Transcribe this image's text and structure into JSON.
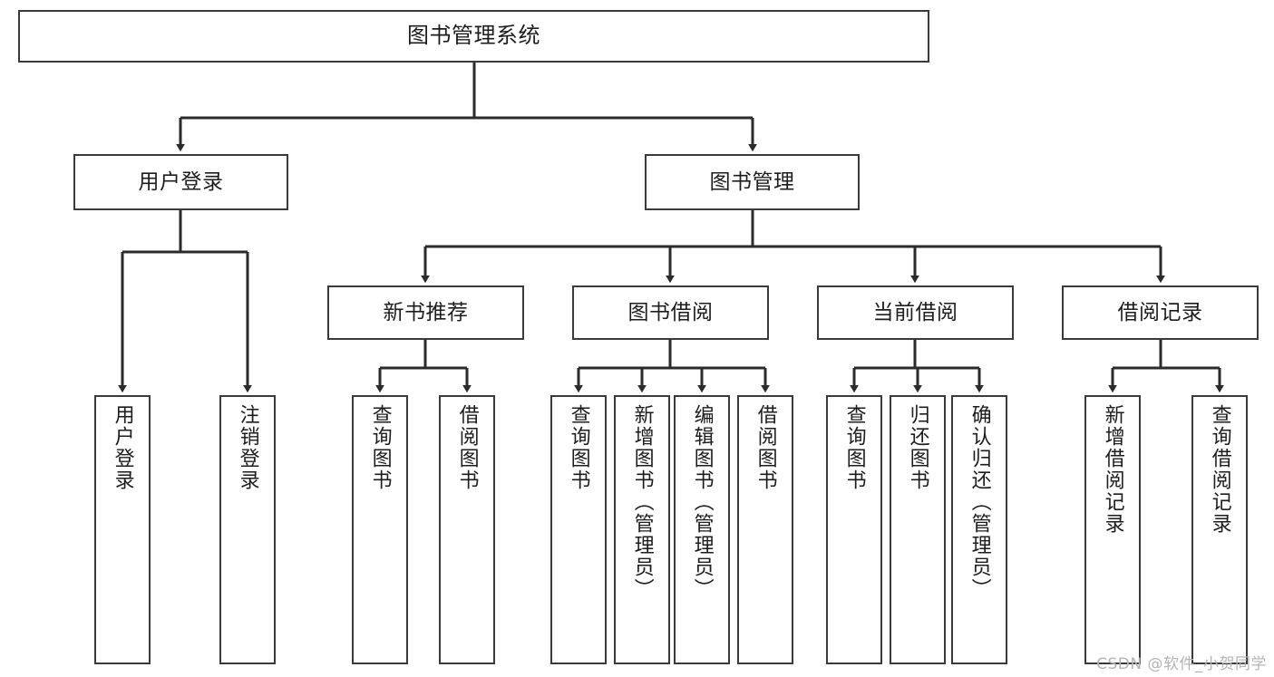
{
  "diagram": {
    "title": "图书管理系统",
    "type": "hierarchy-tree",
    "watermark": "CSDN @软件_小贺同学",
    "colors": {
      "box_border": "#3a3a3a",
      "box_fill": "#ffffff",
      "connector": "#2b2b2b",
      "text": "#1d1d1d",
      "watermark": "#b4b4b4"
    },
    "root": {
      "label": "图书管理系统"
    },
    "level1": [
      {
        "label": "用户登录"
      },
      {
        "label": "图书管理"
      }
    ],
    "level2": [
      {
        "label": "新书推荐"
      },
      {
        "label": "图书借阅"
      },
      {
        "label": "当前借阅"
      },
      {
        "label": "借阅记录"
      }
    ],
    "leaves": {
      "user_login": [
        {
          "label": "用户登录"
        },
        {
          "label": "注销登录"
        }
      ],
      "new_book_recommend": [
        {
          "label": "查询图书"
        },
        {
          "label": "借阅图书"
        }
      ],
      "book_borrow": [
        {
          "label": "查询图书"
        },
        {
          "label": "新增图书（管理员）"
        },
        {
          "label": "编辑图书（管理员）"
        },
        {
          "label": "借阅图书"
        }
      ],
      "current_borrow": [
        {
          "label": "查询图书"
        },
        {
          "label": "归还图书"
        },
        {
          "label": "确认归还（管理员）"
        }
      ],
      "borrow_record": [
        {
          "label": "新增借阅记录"
        },
        {
          "label": "查询借阅记录"
        }
      ]
    }
  }
}
